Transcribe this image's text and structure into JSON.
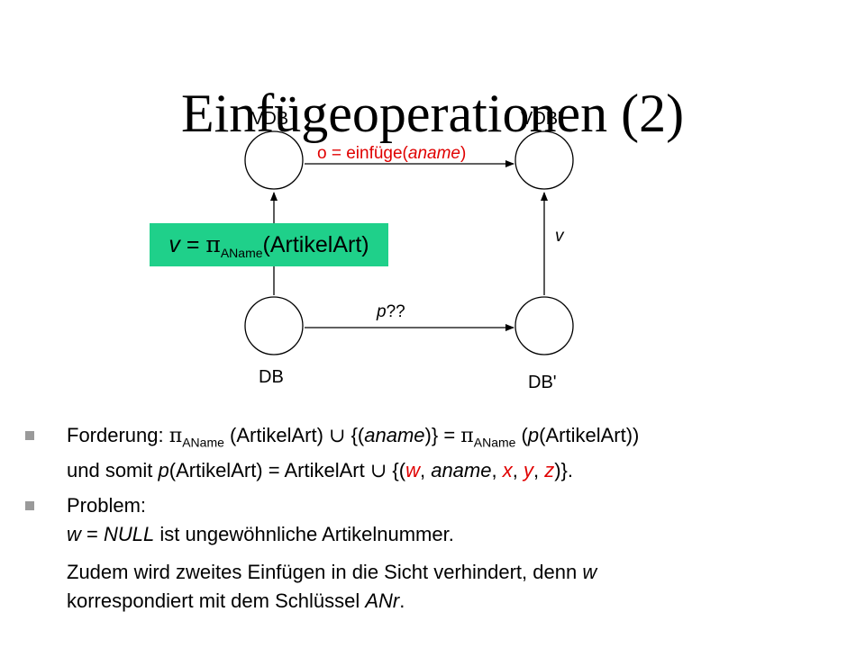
{
  "slide": {
    "title": "Einfügeoperationen (2)"
  },
  "diagram": {
    "nodes": {
      "vdb": "VDB",
      "vdb_prime": "VDB'",
      "db": "DB",
      "db_prime": "DB'"
    },
    "top_edge": {
      "left": "o = einfüge(",
      "var": "aname",
      "right": ")"
    },
    "right_edge": "v",
    "bottom_edge": {
      "var": "p",
      "rest": "??"
    },
    "view_box": {
      "v": "v",
      "eq": " = ",
      "pi": "π",
      "sub": "AName",
      "arg": "(ArtikelArt)"
    }
  },
  "bullets": {
    "b1": {
      "t1": "Forderung: ",
      "pi1": "π",
      "s1": "AName",
      "t2": " (ArtikelArt) ",
      "cup1": "∪",
      "t3": " {(",
      "v1": "aname",
      "t4": ")} = ",
      "pi2": "π",
      "s2": "AName",
      "t5": " (",
      "v2": "p",
      "t6": "(ArtikelArt))",
      "l2a": "und somit ",
      "l2p": "p",
      "l2b": "(ArtikelArt) = ArtikelArt ",
      "cup2": "∪",
      "l2c": " {(",
      "w": "w",
      "c1": ", ",
      "an": "aname",
      "c2": ", ",
      "x": "x",
      "c3": ", ",
      "y": "y",
      "c4": ", ",
      "z": "z",
      "l2d": ")}."
    },
    "b2": {
      "t1": "Problem:",
      "w": "w",
      "eq": " = ",
      "null": "NULL",
      "t2": " ist ungewöhnliche Artikelnummer.",
      "p2a": "Zudem wird zweites Einfügen in die Sicht verhindert, denn ",
      "p2w": "w",
      "p2b": "korrespondiert mit dem Schlüssel ",
      "anr": "ANr",
      "p2c": "."
    }
  },
  "colors": {
    "accent_red": "#e00000",
    "view_box_green": "#1fd08a",
    "bullet_gray": "#9a9a9a"
  }
}
